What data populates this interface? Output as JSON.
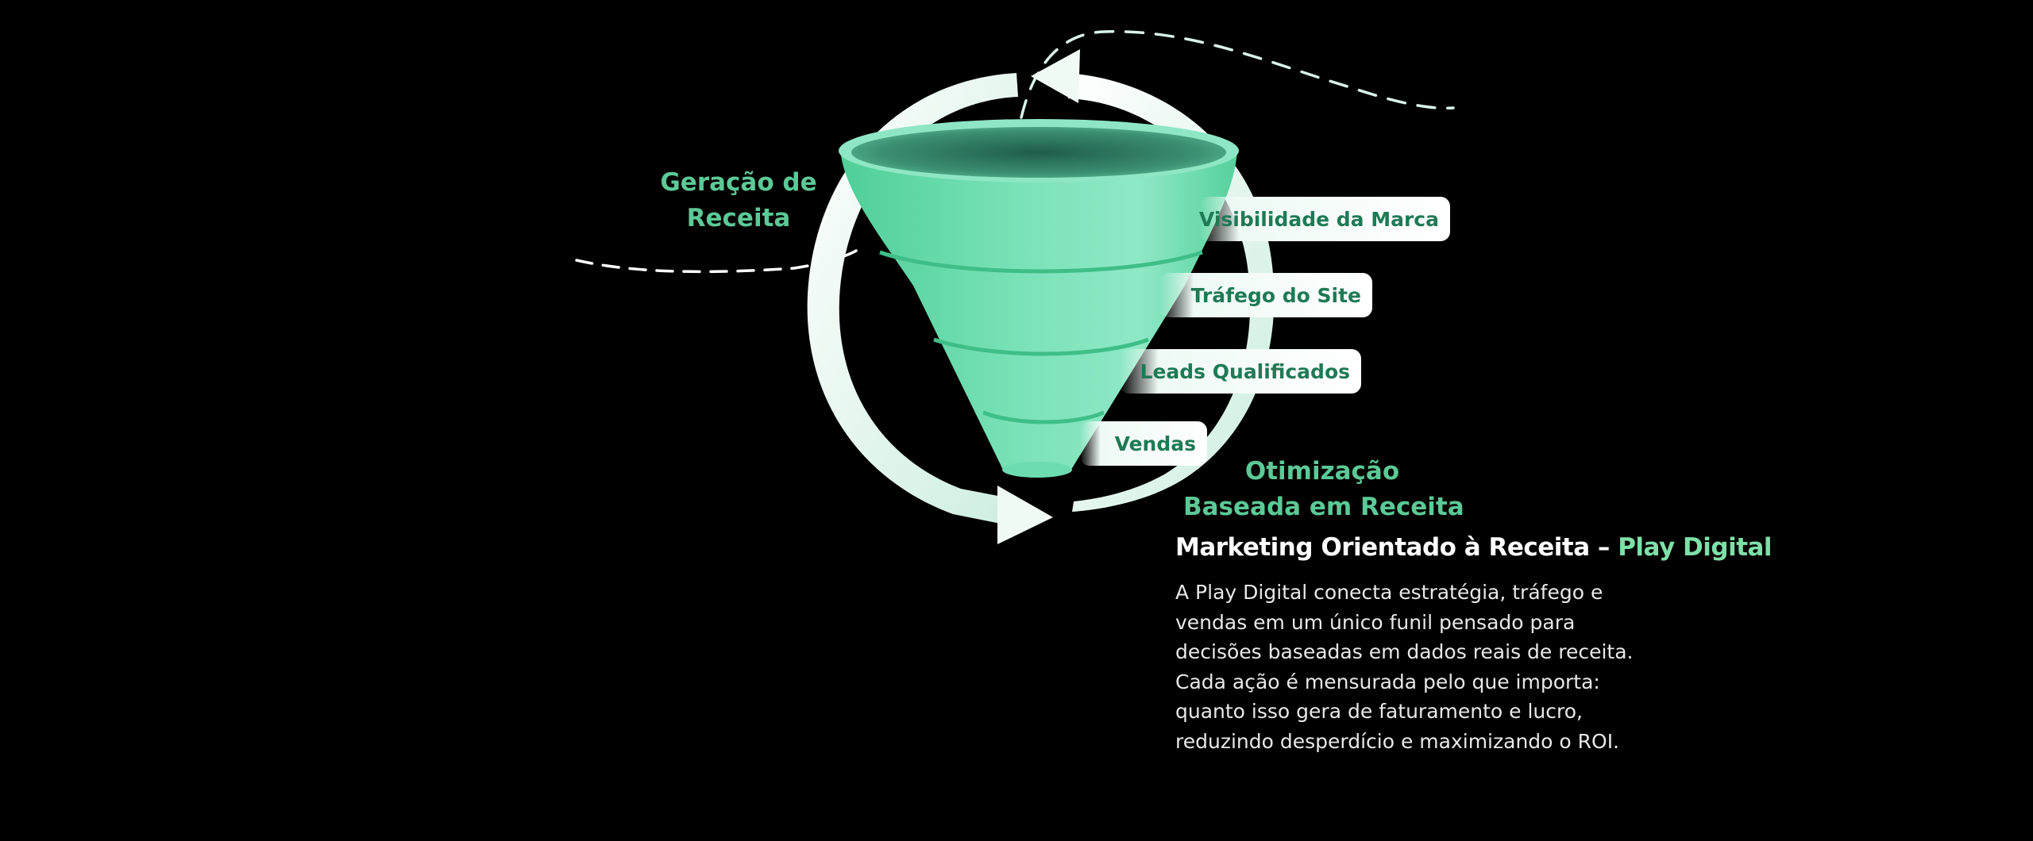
{
  "funnel": {
    "stages": [
      {
        "label": "Visibilidade da Marca"
      },
      {
        "label": "Tráfego do Site"
      },
      {
        "label": "Leads Qualificados"
      },
      {
        "label": "Vendas"
      }
    ]
  },
  "cycle": {
    "left_label_lines": [
      "Geração de",
      "Receita"
    ],
    "right_label_lines": [
      "Otimização",
      "Baseada em Receita"
    ]
  },
  "text_block": {
    "title_main": "Marketing Orientado à Receita – ",
    "title_brand": "Play Digital",
    "paragraph_lines": [
      "A Play Digital conecta estratégia, tráfego e",
      "vendas em um único funil pensado para",
      "decisões baseadas em dados reais de receita.",
      "Cada ação é mensurada pelo que importa:",
      "quanto isso gera de faturamento e lucro,",
      "reduzindo desperdício e maximizando o ROI."
    ]
  },
  "colors": {
    "background": "#000000",
    "funnel_green": "#6ddcb0",
    "label_green": "#5cc996",
    "tab_text": "#1f7a55",
    "brand_accent": "#7ee0a8",
    "arrow_white": "#f0fbf6"
  }
}
